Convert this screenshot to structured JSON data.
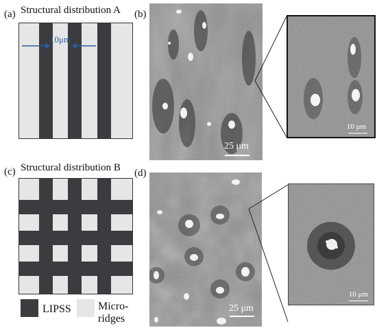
{
  "panel_a": {
    "letter": "(a)",
    "heading": "Structural distribution A",
    "dimension_label": "10μm"
  },
  "panel_b": {
    "letter": "(b)",
    "scale_main": "25 μm",
    "scale_zoom": "10 μm"
  },
  "panel_c": {
    "letter": "(c)",
    "heading": "Structural distribution B"
  },
  "panel_d": {
    "letter": "(d)",
    "scale_main": "25 μm",
    "scale_zoom": "10 μm"
  },
  "legend": {
    "lipss_label": "LIPSS",
    "microridges_label_line1": "Micro-",
    "microridges_label_line2": "ridges",
    "lipss_color": "#3a3c3f",
    "microridges_color": "#e6e6e6"
  }
}
